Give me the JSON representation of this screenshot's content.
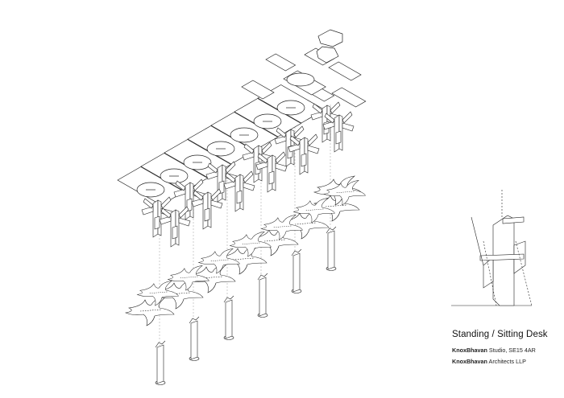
{
  "caption": {
    "title": "Standing / Sitting Desk",
    "studio_name": "KnoxBhavan",
    "studio_rest": " Studio, SE15 4AR",
    "firm_name": "KnoxBhavan",
    "firm_rest": " Architects LLP"
  }
}
